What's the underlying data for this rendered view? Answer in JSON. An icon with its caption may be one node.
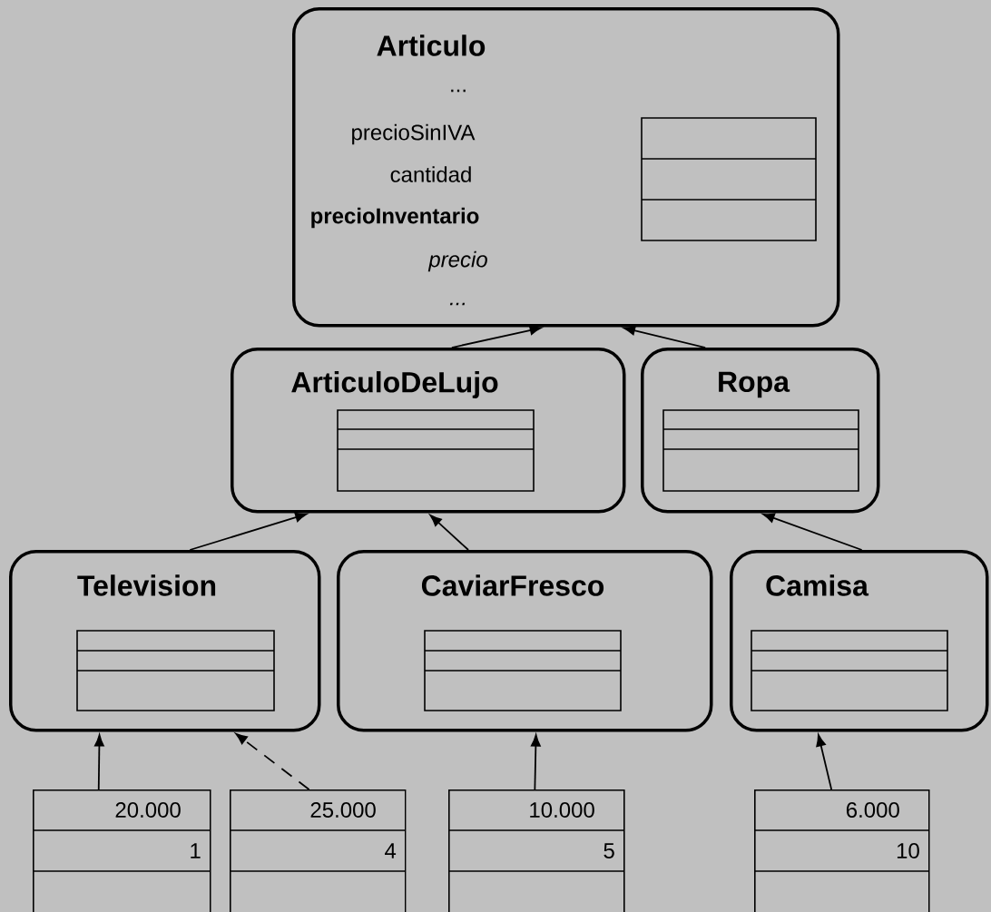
{
  "diagram": {
    "nodes": [
      {
        "text": [
          "Articulo",
          "...",
          "precioSinIVA",
          "cantidad",
          "precioInventario",
          "precio",
          "..."
        ]
      },
      {
        "text": [
          "ArticuloDeLujo"
        ]
      },
      {
        "text": [
          "Ropa"
        ]
      },
      {
        "text": [
          "Television"
        ]
      },
      {
        "text": [
          "CaviarFresco"
        ]
      },
      {
        "text": [
          "Camisa"
        ]
      },
      {
        "text": [
          "20.000",
          "1"
        ]
      },
      {
        "text": [
          "25.000",
          "4"
        ]
      },
      {
        "text": [
          "10.000",
          "5"
        ]
      },
      {
        "text": [
          "6.000",
          "10"
        ]
      }
    ],
    "edges": [
      {
        "from": 1,
        "to": 0,
        "arrow": "to"
      },
      {
        "from": 2,
        "to": 0,
        "arrow": "to"
      },
      {
        "from": 3,
        "to": 1,
        "arrow": "to"
      },
      {
        "from": 4,
        "to": 1,
        "arrow": "to"
      },
      {
        "from": 5,
        "to": 2,
        "arrow": "to"
      },
      {
        "from": 6,
        "to": 3,
        "arrow": "to"
      },
      {
        "from": 7,
        "to": 3,
        "arrow": "to",
        "style": "dashed"
      },
      {
        "from": 8,
        "to": 4,
        "arrow": "to"
      },
      {
        "from": 9,
        "to": 5,
        "arrow": "to"
      }
    ]
  }
}
